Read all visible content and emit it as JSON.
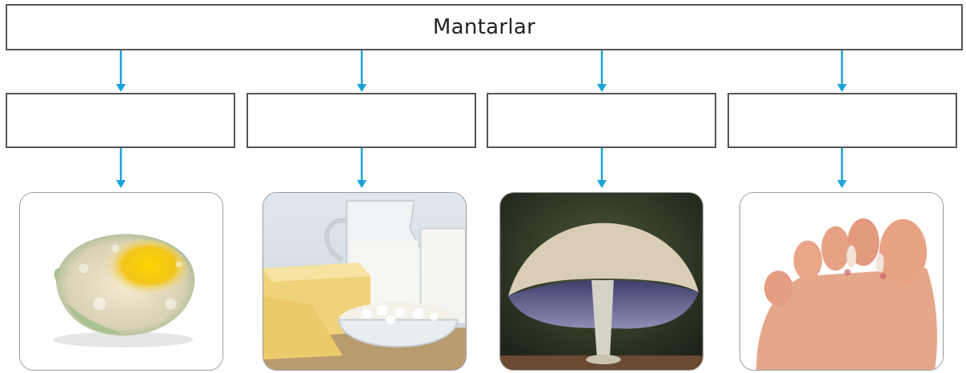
{
  "diagram": {
    "title": "Mantarlar",
    "arrow_color": "#1aa3d9",
    "branches": [
      {
        "blank_label": "",
        "image": "moldy-lemon"
      },
      {
        "blank_label": "",
        "image": "cheese-and-milk"
      },
      {
        "blank_label": "",
        "image": "mushroom"
      },
      {
        "blank_label": "",
        "image": "fungal-infected-foot"
      }
    ]
  }
}
